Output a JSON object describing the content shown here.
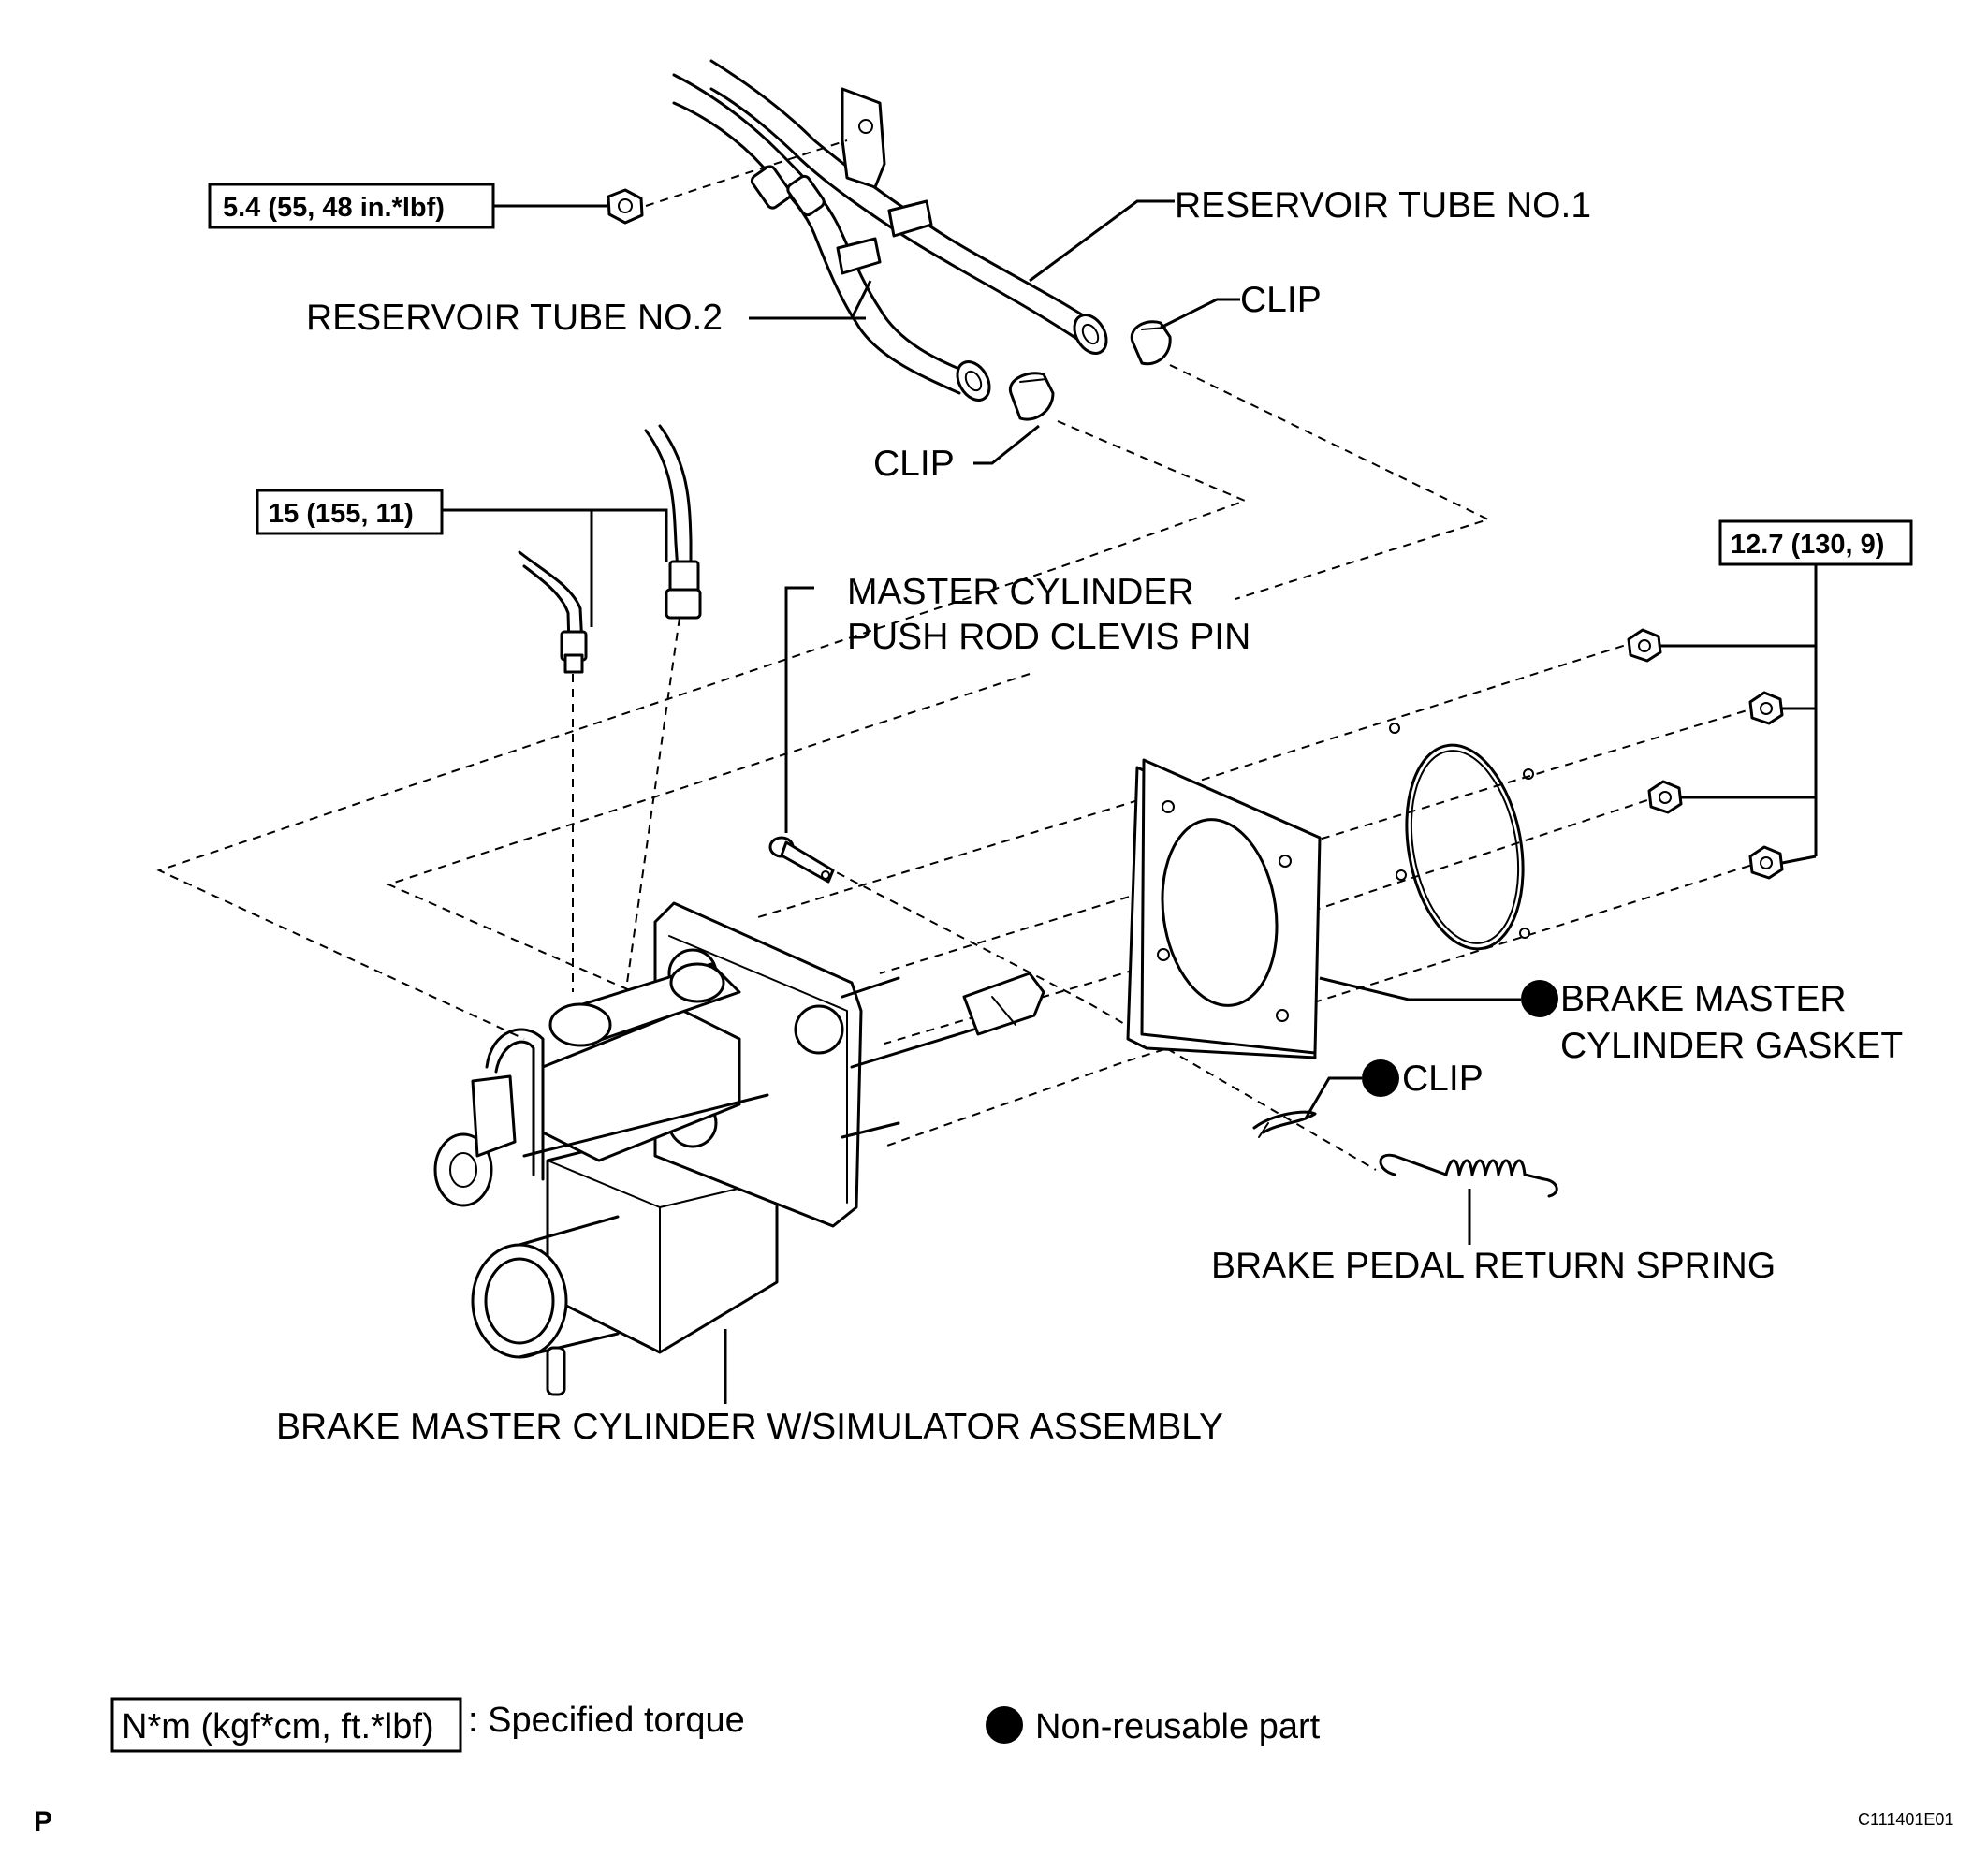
{
  "labels": {
    "reservoir_tube_1": "RESERVOIR TUBE NO.1",
    "reservoir_tube_2": "RESERVOIR TUBE NO.2",
    "clip_upper_right": "CLIP",
    "clip_upper_left": "CLIP",
    "clevis_pin_line1": "MASTER CYLINDER",
    "clevis_pin_line2": "PUSH ROD CLEVIS PIN",
    "gasket_line1": "BRAKE MASTER",
    "gasket_line2": "CYLINDER GASKET",
    "clip_lower": "CLIP",
    "return_spring": "BRAKE PEDAL RETURN SPRING",
    "master_cylinder_assembly": "BRAKE MASTER CYLINDER W/SIMULATOR ASSEMBLY"
  },
  "torques": {
    "reservoir_bracket_nut": "5.4 (55, 48 in.*lbf)",
    "brake_lines": "15 (155, 11)",
    "mounting_nuts": "12.7 (130, 9)"
  },
  "legend": {
    "torque_unit": "N*m (kgf*cm, ft.*lbf)",
    "torque_desc": ": Specified torque",
    "nonreusable": "Non-reusable part"
  },
  "figure_code": "C111401E01",
  "corner_mark": "P"
}
